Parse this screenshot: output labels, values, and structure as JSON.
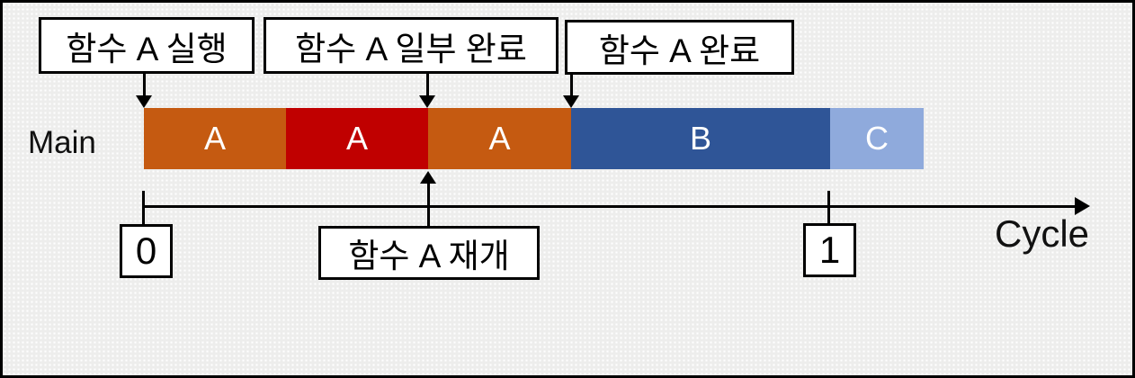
{
  "diagram": {
    "title_semantic": "function-A-execution-timeline",
    "row_label": "Main",
    "axis_label": "Cycle",
    "ticks": [
      {
        "value": "0"
      },
      {
        "value": "1"
      }
    ],
    "callouts": [
      {
        "id": "execute",
        "label": "함수 A 실행"
      },
      {
        "id": "partial",
        "label": "함수 A 일부 완료"
      },
      {
        "id": "complete",
        "label": "함수 A 완료"
      },
      {
        "id": "resume",
        "label": "함수 A 재개"
      }
    ],
    "segments": [
      {
        "label": "A",
        "color": "#C55A11"
      },
      {
        "label": "A",
        "color": "#C00000"
      },
      {
        "label": "A",
        "color": "#C55A11"
      },
      {
        "label": "B",
        "color": "#2F5597"
      },
      {
        "label": "C",
        "color": "#8FAADC"
      }
    ],
    "colors": {
      "background": "#EDEDEC",
      "frame_border": "#000000",
      "callout_background": "#FFFFFF",
      "callout_border": "#000000",
      "text": "#000000",
      "segment_text": "#FFFFFF",
      "orange": "#C55A11",
      "red": "#C00000",
      "blue": "#2F5597",
      "light_blue": "#8FAADC"
    }
  }
}
